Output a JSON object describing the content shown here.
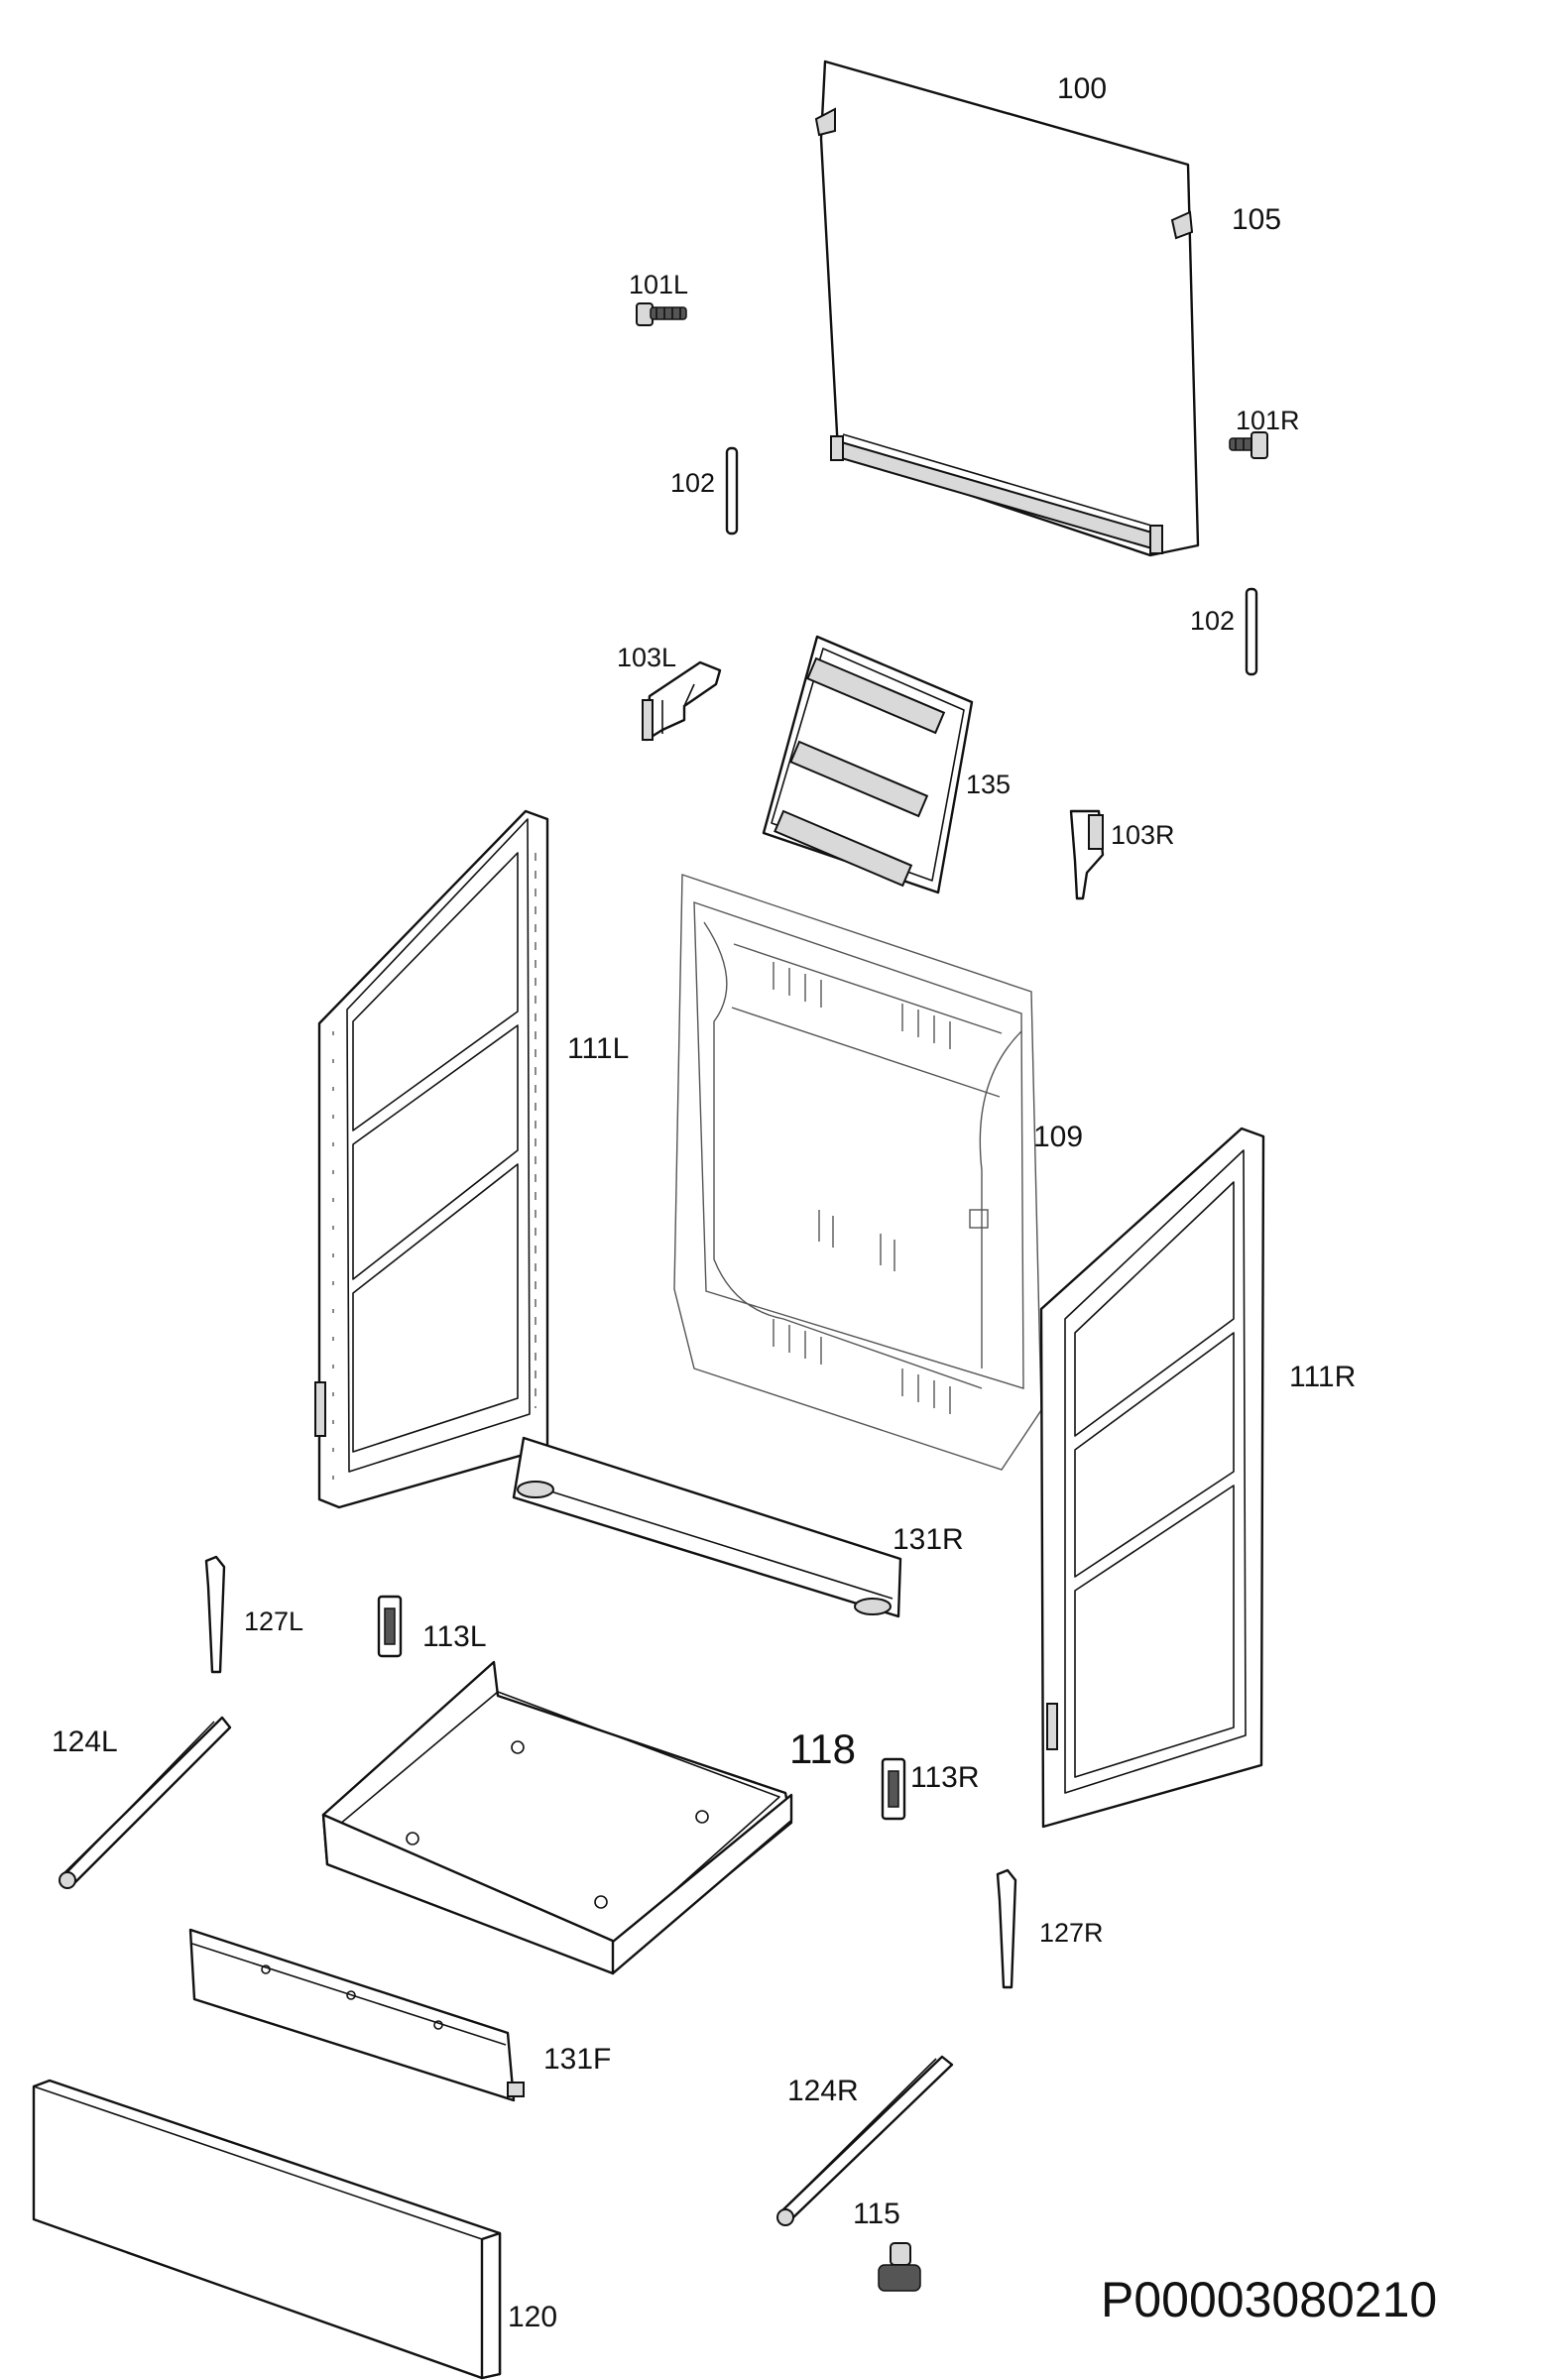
{
  "labels": {
    "p100": "100",
    "p105": "105",
    "p101L": "101L",
    "p101R": "101R",
    "p102a": "102",
    "p102b": "102",
    "p103L": "103L",
    "p103R": "103R",
    "p135": "135",
    "p111L": "111L",
    "p109": "109",
    "p111R": "111R",
    "p131R": "131R",
    "p127L": "127L",
    "p113L": "113L",
    "p124L": "124L",
    "p118": "118",
    "p113R": "113R",
    "p127R": "127R",
    "p131F": "131F",
    "p124R": "124R",
    "p115": "115",
    "p120": "120"
  },
  "drawing_code": "P00003080210"
}
